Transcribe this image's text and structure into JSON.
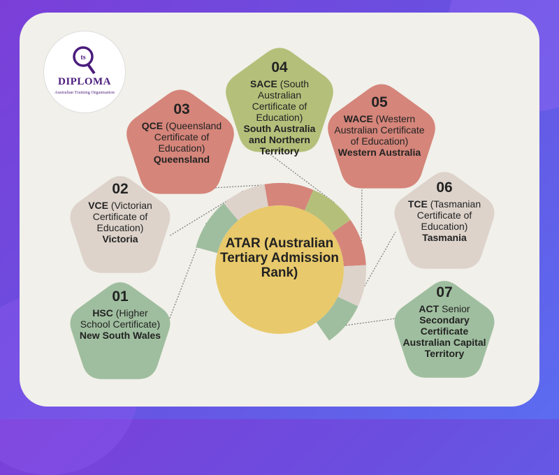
{
  "logo": {
    "brand": "DIPLOMA",
    "tagline": "Australian Training Organisation"
  },
  "center": {
    "title": "ATAR (Australian Tertiary Admission Rank)",
    "color": "#e8c96b"
  },
  "colors": {
    "green": "#9fbe9f",
    "beige": "#ddd3cb",
    "red": "#d5857a",
    "olive": "#b4c07a"
  },
  "certificates": [
    {
      "num": "01",
      "abbr": "HSC",
      "full": "(Higher School Certificate)",
      "region": "New South Wales",
      "color": "#9fbe9f"
    },
    {
      "num": "02",
      "abbr": "VCE",
      "full": "(Victorian Certificate of Education)",
      "region": "Victoria",
      "color": "#ddd3cb"
    },
    {
      "num": "03",
      "abbr": "QCE",
      "full": "(Queensland Certificate of Education)",
      "region": "Queensland",
      "color": "#d5857a"
    },
    {
      "num": "04",
      "abbr": "SACE",
      "full": "(South Australian Certificate of Education)",
      "region": "South Australia and Northern Territory",
      "color": "#b4c07a"
    },
    {
      "num": "05",
      "abbr": "WACE",
      "full": "(Western Australian Certificate of Education)",
      "region": "Western Australia",
      "color": "#d5857a"
    },
    {
      "num": "06",
      "abbr": "TCE",
      "full": "(Tasmanian Certificate of Education)",
      "region": "Tasmania",
      "color": "#ddd3cb"
    },
    {
      "num": "07",
      "abbr": "ACT",
      "full": "Senior",
      "region": "Secondary Certificate Australian Capital Territory",
      "color": "#9fbe9f"
    }
  ]
}
